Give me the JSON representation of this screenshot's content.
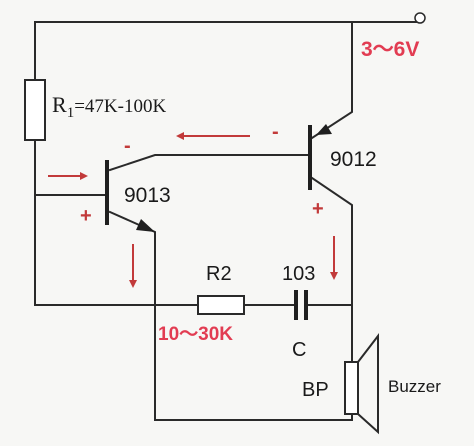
{
  "labels": {
    "supply": "3～6V",
    "r1_prefix": "R",
    "r1_sub": "1",
    "r1_value": "=47K-100K",
    "q1": "9013",
    "q2": "9012",
    "r2": "R2",
    "cap_value": "103",
    "cap_name": "C",
    "r2_range": "10～30K",
    "bp": "BP",
    "buzzer": "Buzzer"
  },
  "polarity": {
    "q2_base": "-",
    "q1_collector": "-",
    "q1_base": "+",
    "q2_collector": "+"
  },
  "colors": {
    "wire": "#2a2a2a",
    "annotation": "#c23a3a",
    "supply_text": "#e23c52",
    "background": "#f7f7f5"
  }
}
